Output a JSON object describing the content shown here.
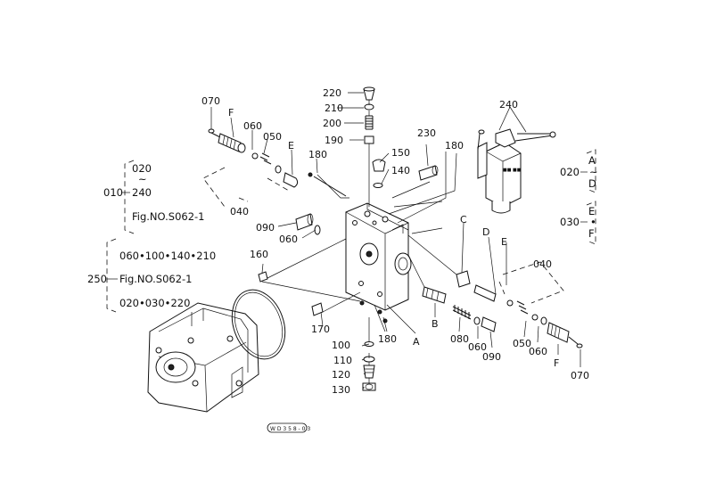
{
  "callouts": {
    "c070_left": "070",
    "cF_left": "F",
    "c060_left": "060",
    "c050_left": "050",
    "cE_left": "E",
    "c040_left": "040",
    "c090_left": "090",
    "c060_mid": "060",
    "c180_top": "180",
    "c220": "220",
    "c210": "210",
    "c200": "200",
    "c190": "190",
    "c150": "150",
    "c140": "140",
    "c230": "230",
    "c180_right": "180",
    "c240": "240",
    "cC": "C",
    "cD_right": "D",
    "cE_right": "E",
    "c040_right": "040",
    "c160": "160",
    "c170": "170",
    "c100": "100",
    "c110": "110",
    "c120": "120",
    "c130": "130",
    "c180_bottom": "180",
    "cA": "A",
    "cB": "B",
    "c080": "080",
    "c060_r1": "060",
    "c090_right": "090",
    "c050_right": "050",
    "c060_r2": "060",
    "cF_right": "F",
    "c070_right": "070"
  },
  "groups": {
    "g010_num": "010",
    "g010_top": "020",
    "g010_tilde": "~",
    "g010_bottom": "240",
    "g010_fig": "Fig.NO.S062-1",
    "g250_num": "250",
    "g250_line1": "060•100•140•210",
    "g250_fig": "Fig.NO.S062-1",
    "g250_line3": "020•030•220",
    "g020_num": "020",
    "g020_a": "A",
    "g020_tilde": "~",
    "g020_d": "D",
    "g030_num": "030",
    "g030_e": "E",
    "g030_dot": "•",
    "g030_f": "F"
  },
  "stamp": "W D 3 5 8 - 0 3"
}
